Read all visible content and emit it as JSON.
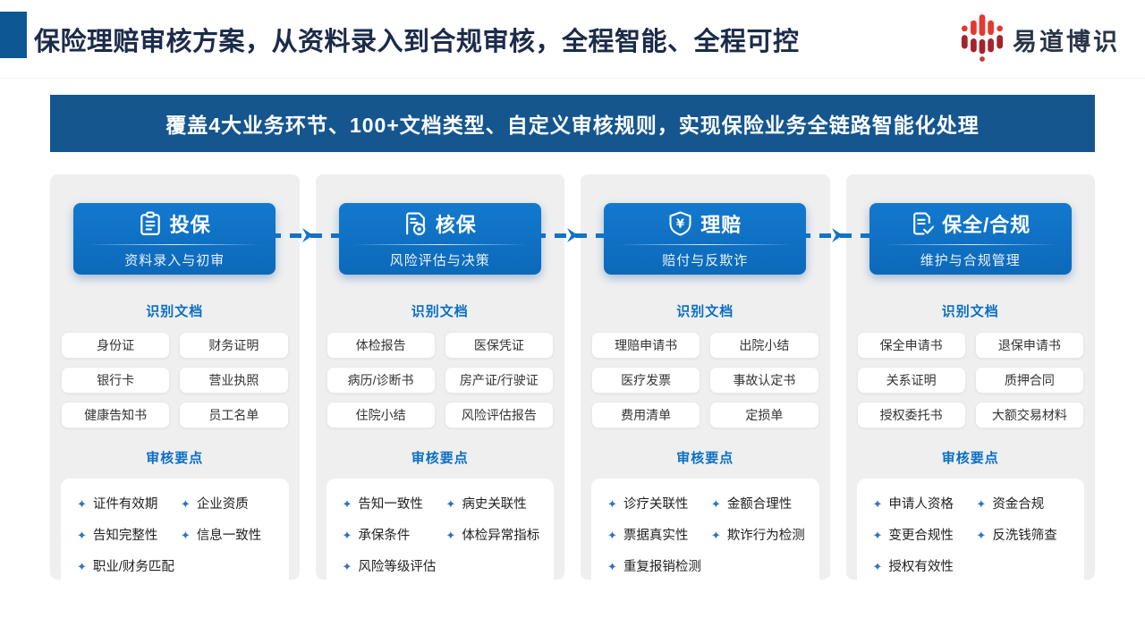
{
  "header": {
    "title": "保险理赔审核方案，从资料录入到合规审核，全程智能、全程可控",
    "logo_text": "易道博识"
  },
  "banner": {
    "text": "覆盖4大业务环节、100+文档类型、自定义审核规则，实现保险业务全链路智能化处理"
  },
  "labels": {
    "docs": "识别文档",
    "points": "审核要点"
  },
  "colors": {
    "primary_blue": "#0d6fc4",
    "banner_blue": "#15568e",
    "accent_navy": "#0d5894",
    "title_navy": "#1c2b4a",
    "label_blue": "#0a6fc3",
    "logo_red": "#e23a30",
    "logo_dark_red": "#a5242c",
    "card_gray": "#efeff0"
  },
  "columns": [
    {
      "title": "投保",
      "subtitle": "资料录入与初审",
      "icon": "clipboard-icon",
      "docs": [
        "身份证",
        "财务证明",
        "银行卡",
        "营业执照",
        "健康告知书",
        "员工名单"
      ],
      "points": [
        "证件有效期",
        "企业资质",
        "告知完整性",
        "信息一致性",
        "职业/财务匹配"
      ]
    },
    {
      "title": "核保",
      "subtitle": "风险评估与决策",
      "icon": "document-seal-icon",
      "docs": [
        "体检报告",
        "医保凭证",
        "病历/诊断书",
        "房产证/行驶证",
        "住院小结",
        "风险评估报告"
      ],
      "points": [
        "告知一致性",
        "病史关联性",
        "承保条件",
        "体检异常指标",
        "风险等级评估"
      ]
    },
    {
      "title": "理赔",
      "subtitle": "赔付与反欺诈",
      "icon": "shield-yen-icon",
      "docs": [
        "理赔申请书",
        "出院小结",
        "医疗发票",
        "事故认定书",
        "费用清单",
        "定损单"
      ],
      "points": [
        "诊疗关联性",
        "金额合理性",
        "票据真实性",
        "欺诈行为检测",
        "重复报销检测"
      ]
    },
    {
      "title": "保全/合规",
      "subtitle": "维护与合规管理",
      "icon": "document-check-icon",
      "docs": [
        "保全申请书",
        "退保申请书",
        "关系证明",
        "质押合同",
        "授权委托书",
        "大额交易材料"
      ],
      "points": [
        "申请人资格",
        "资金合规",
        "变更合规性",
        "反洗钱筛查",
        "授权有效性"
      ]
    }
  ]
}
